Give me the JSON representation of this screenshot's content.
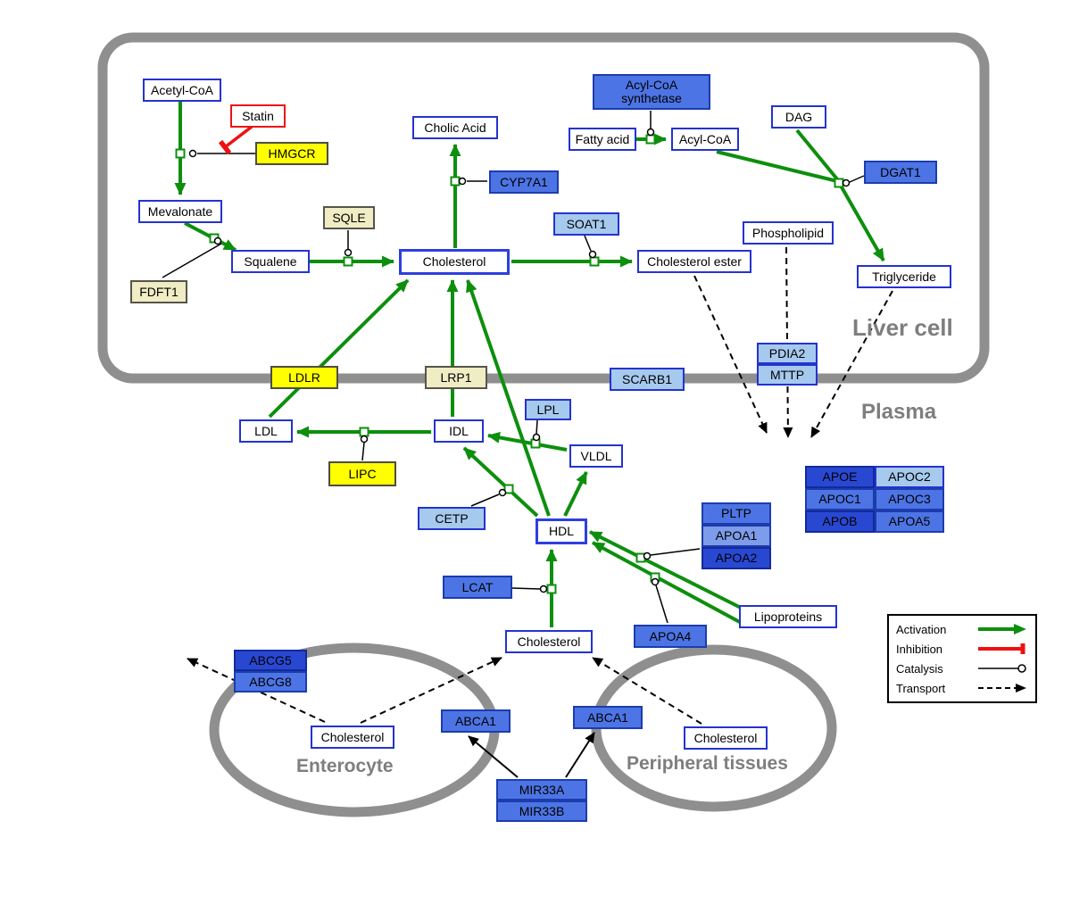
{
  "compartments": {
    "liver_cell": {
      "label": "Liver cell"
    },
    "plasma": {
      "label": "Plasma"
    },
    "enterocyte": {
      "label": "Enterocyte"
    },
    "peripheral": {
      "label": "Peripheral tissues"
    }
  },
  "nodes": [
    {
      "id": "acetyl-coa",
      "label": "Acetyl-CoA",
      "type": "metabolite"
    },
    {
      "id": "statin",
      "label": "Statin",
      "type": "drug"
    },
    {
      "id": "hmgcr",
      "label": "HMGCR",
      "type": "enzyme-yellow"
    },
    {
      "id": "mevalonate",
      "label": "Mevalonate",
      "type": "metabolite"
    },
    {
      "id": "fdft1",
      "label": "FDFT1",
      "type": "enzyme-pale-yellow"
    },
    {
      "id": "squalene",
      "label": "Squalene",
      "type": "metabolite"
    },
    {
      "id": "sqle",
      "label": "SQLE",
      "type": "enzyme-pale-yellow"
    },
    {
      "id": "cholesterol",
      "label": "Cholesterol",
      "type": "metabolite"
    },
    {
      "id": "cholic-acid",
      "label": "Cholic Acid",
      "type": "metabolite"
    },
    {
      "id": "cyp7a1",
      "label": "CYP7A1",
      "type": "gene-blue"
    },
    {
      "id": "soat1",
      "label": "SOAT1",
      "type": "gene-light-blue"
    },
    {
      "id": "cholesterol-ester",
      "label": "Cholesterol ester",
      "type": "metabolite"
    },
    {
      "id": "acyl-coa-synthetase",
      "label": "Acyl-CoA synthetase",
      "type": "gene-blue"
    },
    {
      "id": "fatty-acid",
      "label": "Fatty acid",
      "type": "metabolite"
    },
    {
      "id": "acyl-coa2",
      "label": "Acyl-CoA",
      "type": "metabolite"
    },
    {
      "id": "dag",
      "label": "DAG",
      "type": "metabolite"
    },
    {
      "id": "dgat1",
      "label": "DGAT1",
      "type": "gene-blue"
    },
    {
      "id": "phospholipid",
      "label": "Phospholipid",
      "type": "metabolite"
    },
    {
      "id": "triglyceride",
      "label": "Triglyceride",
      "type": "metabolite"
    },
    {
      "id": "pdia2",
      "label": "PDIA2",
      "type": "gene-light-blue"
    },
    {
      "id": "mttp",
      "label": "MTTP",
      "type": "gene-light-blue"
    },
    {
      "id": "scarb1",
      "label": "SCARB1",
      "type": "gene-light-blue"
    },
    {
      "id": "ldlr",
      "label": "LDLR",
      "type": "enzyme-yellow"
    },
    {
      "id": "lrp1",
      "label": "LRP1",
      "type": "enzyme-pale-yellow"
    },
    {
      "id": "ldl",
      "label": "LDL",
      "type": "metabolite"
    },
    {
      "id": "idl",
      "label": "IDL",
      "type": "metabolite"
    },
    {
      "id": "lpl",
      "label": "LPL",
      "type": "gene-light-blue"
    },
    {
      "id": "vldl",
      "label": "VLDL",
      "type": "metabolite"
    },
    {
      "id": "lipc",
      "label": "LIPC",
      "type": "enzyme-yellow"
    },
    {
      "id": "cetp",
      "label": "CETP",
      "type": "gene-light-blue"
    },
    {
      "id": "hdl",
      "label": "HDL",
      "type": "metabolite"
    },
    {
      "id": "lcat",
      "label": "LCAT",
      "type": "gene-blue"
    },
    {
      "id": "pltp",
      "label": "PLTP",
      "type": "gene-blue"
    },
    {
      "id": "apoa1",
      "label": "APOA1",
      "type": "gene-blue-mid"
    },
    {
      "id": "apoa2",
      "label": "APOA2",
      "type": "gene-blue-dark"
    },
    {
      "id": "apoa4",
      "label": "APOA4",
      "type": "gene-blue"
    },
    {
      "id": "lipoproteins",
      "label": "Lipoproteins",
      "type": "metabolite"
    },
    {
      "id": "apoe",
      "label": "APOE",
      "type": "gene-blue-dark"
    },
    {
      "id": "apoc2",
      "label": "APOC2",
      "type": "gene-light-blue"
    },
    {
      "id": "apoc1",
      "label": "APOC1",
      "type": "gene-blue"
    },
    {
      "id": "apoc3",
      "label": "APOC3",
      "type": "gene-blue"
    },
    {
      "id": "apob",
      "label": "APOB",
      "type": "gene-blue-dark"
    },
    {
      "id": "apoa5",
      "label": "APOA5",
      "type": "gene-blue"
    },
    {
      "id": "cholesterol-plasma",
      "label": "Cholesterol",
      "type": "metabolite"
    },
    {
      "id": "abcg5",
      "label": "ABCG5",
      "type": "gene-blue-dark"
    },
    {
      "id": "abcg8",
      "label": "ABCG8",
      "type": "gene-blue"
    },
    {
      "id": "cholesterol-enterocyte",
      "label": "Cholesterol",
      "type": "metabolite"
    },
    {
      "id": "abca1-enterocyte",
      "label": "ABCA1",
      "type": "gene-blue"
    },
    {
      "id": "abca1-peripheral",
      "label": "ABCA1",
      "type": "gene-blue"
    },
    {
      "id": "cholesterol-peripheral",
      "label": "Cholesterol",
      "type": "metabolite"
    },
    {
      "id": "mir33a",
      "label": "MIR33A",
      "type": "gene-blue"
    },
    {
      "id": "mir33b",
      "label": "MIR33B",
      "type": "gene-blue"
    }
  ],
  "edges": [
    {
      "source": "Acetyl-CoA",
      "target": "Mevalonate",
      "type": "activation",
      "catalyst": "HMGCR",
      "inhibitor": "Statin"
    },
    {
      "source": "Mevalonate",
      "target": "Squalene",
      "type": "activation",
      "catalyst": "FDFT1"
    },
    {
      "source": "Squalene",
      "target": "Cholesterol",
      "type": "activation",
      "catalyst": "SQLE"
    },
    {
      "source": "Cholesterol",
      "target": "Cholic Acid",
      "type": "activation",
      "catalyst": "CYP7A1"
    },
    {
      "source": "Cholesterol",
      "target": "Cholesterol ester",
      "type": "activation",
      "catalyst": "SOAT1"
    },
    {
      "source": "Fatty acid",
      "target": "Acyl-CoA",
      "type": "activation",
      "catalyst": "Acyl-CoA synthetase"
    },
    {
      "source": "Acyl-CoA",
      "target": "Triglyceride",
      "type": "activation",
      "catalyst": "DGAT1"
    },
    {
      "source": "DAG",
      "target": "Triglyceride",
      "type": "activation",
      "catalyst": "DGAT1"
    },
    {
      "source": "LDL",
      "target": "Cholesterol",
      "type": "activation",
      "via": "LDLR"
    },
    {
      "source": "IDL",
      "target": "Cholesterol",
      "type": "activation",
      "via": "LRP1"
    },
    {
      "source": "HDL",
      "target": "Cholesterol",
      "type": "activation",
      "via": "SCARB1"
    },
    {
      "source": "IDL",
      "target": "LDL",
      "type": "activation",
      "catalyst": "LIPC"
    },
    {
      "source": "VLDL",
      "target": "IDL",
      "type": "activation",
      "catalyst": "LPL"
    },
    {
      "source": "HDL",
      "target": "VLDL",
      "type": "activation"
    },
    {
      "source": "HDL",
      "target": "IDL",
      "type": "activation",
      "catalyst": "CETP"
    },
    {
      "source": "Lipoproteins",
      "target": "HDL",
      "type": "activation",
      "catalyst": "PLTP/APOA1/APOA2"
    },
    {
      "source": "Lipoproteins",
      "target": "HDL",
      "type": "activation",
      "catalyst": "APOA4"
    },
    {
      "source": "Cholesterol",
      "target": "HDL",
      "type": "activation",
      "catalyst": "LCAT"
    },
    {
      "source": "Cholesterol ester",
      "target": "plasma",
      "type": "transport"
    },
    {
      "source": "Phospholipid",
      "target": "plasma",
      "type": "transport"
    },
    {
      "source": "Triglyceride",
      "target": "plasma",
      "type": "transport"
    },
    {
      "source": "Cholesterol (enterocyte)",
      "target": "Cholesterol (plasma)",
      "type": "transport",
      "via": "ABCA1"
    },
    {
      "source": "Cholesterol (peripheral tissues)",
      "target": "Cholesterol (plasma)",
      "type": "transport",
      "via": "ABCA1"
    },
    {
      "source": "Cholesterol (enterocyte)",
      "target": "out",
      "type": "transport",
      "via": "ABCG5/ABCG8"
    },
    {
      "source": "MIR33A/MIR33B",
      "target": "ABCA1",
      "type": "regulation"
    },
    {
      "source": "Statin",
      "target": "HMGCR reaction",
      "type": "inhibition"
    }
  ],
  "legend": {
    "items": [
      {
        "label": "Activation",
        "type": "activation"
      },
      {
        "label": "Inhibition",
        "type": "inhibition"
      },
      {
        "label": "Catalysis",
        "type": "catalysis"
      },
      {
        "label": "Transport",
        "type": "transport"
      }
    ]
  },
  "colors": {
    "activation": "#0d8f0d",
    "inhibition": "#ee1111",
    "membrane": "#8f8f8f",
    "metabolite_border": "#2433cf",
    "gene_blue": "#4d74e4",
    "gene_blue_dark": "#2948d2",
    "gene_light_blue": "#a6c9ee",
    "enzyme_yellow": "#ffff00",
    "enzyme_pale_yellow": "#f0ecc4"
  }
}
